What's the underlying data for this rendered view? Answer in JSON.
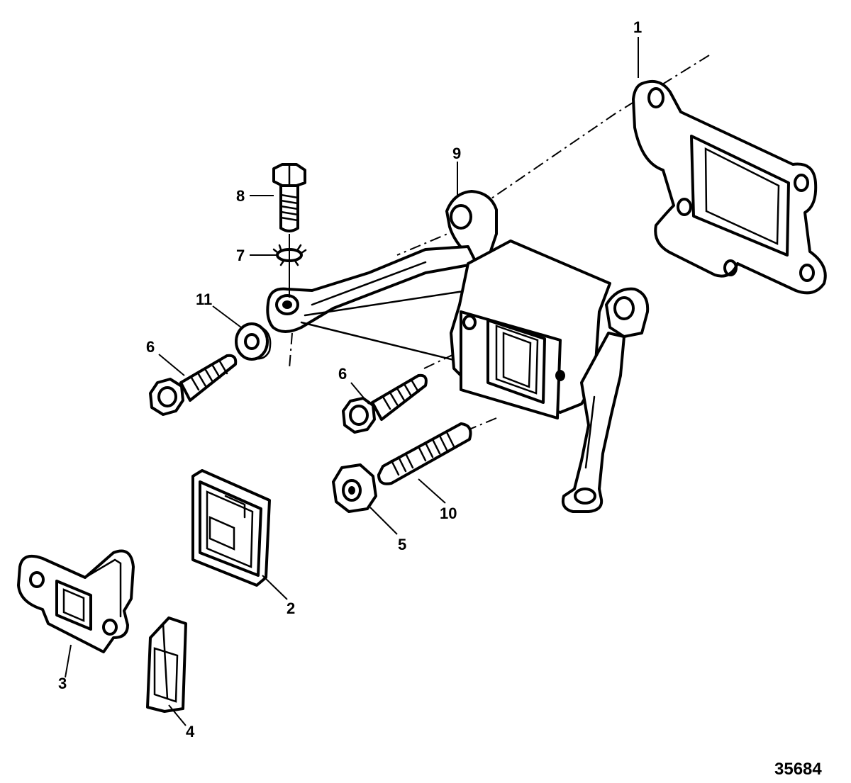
{
  "figure": {
    "number": "35684"
  },
  "callouts": [
    {
      "id": "c1",
      "label": "1"
    },
    {
      "id": "c2",
      "label": "2"
    },
    {
      "id": "c3",
      "label": "3"
    },
    {
      "id": "c4",
      "label": "4"
    },
    {
      "id": "c5",
      "label": "5"
    },
    {
      "id": "c6a",
      "label": "6"
    },
    {
      "id": "c6b",
      "label": "6"
    },
    {
      "id": "c7",
      "label": "7"
    },
    {
      "id": "c8",
      "label": "8"
    },
    {
      "id": "c9",
      "label": "9"
    },
    {
      "id": "c10",
      "label": "10"
    },
    {
      "id": "c11",
      "label": "11"
    }
  ]
}
